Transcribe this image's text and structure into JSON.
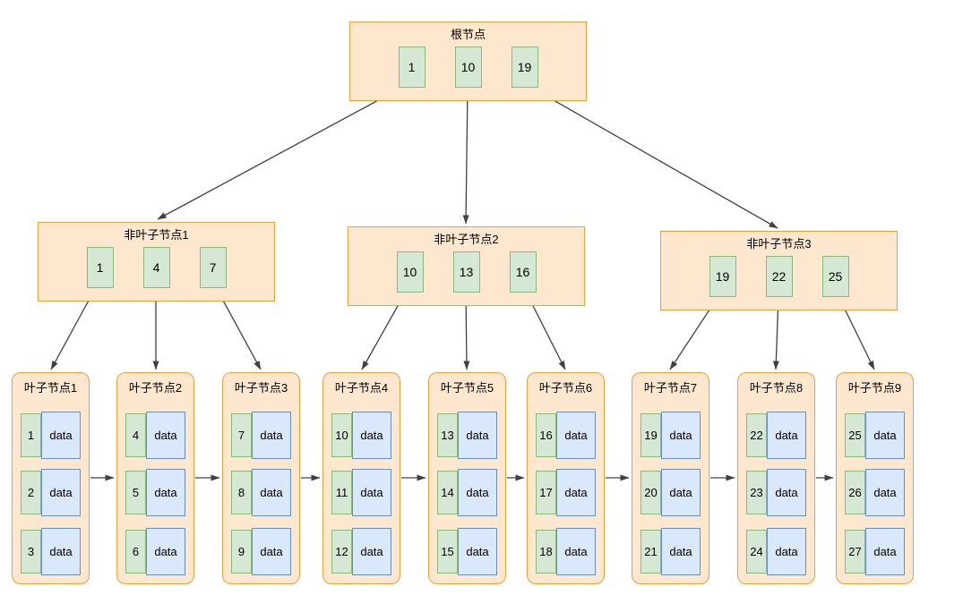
{
  "tree": {
    "type": "b-plus-tree",
    "root": {
      "title": "根节点",
      "keys": [
        "1",
        "10",
        "19"
      ]
    },
    "internal_nodes": [
      {
        "title": "非叶子节点1",
        "keys": [
          "1",
          "4",
          "7"
        ]
      },
      {
        "title": "非叶子节点2",
        "keys": [
          "10",
          "13",
          "16"
        ]
      },
      {
        "title": "非叶子节点3",
        "keys": [
          "19",
          "22",
          "25"
        ]
      }
    ],
    "leaf_nodes": [
      {
        "title": "叶子节点1",
        "rows": [
          {
            "key": "1",
            "value": "data"
          },
          {
            "key": "2",
            "value": "data"
          },
          {
            "key": "3",
            "value": "data"
          }
        ]
      },
      {
        "title": "叶子节点2",
        "rows": [
          {
            "key": "4",
            "value": "data"
          },
          {
            "key": "5",
            "value": "data"
          },
          {
            "key": "6",
            "value": "data"
          }
        ]
      },
      {
        "title": "叶子节点3",
        "rows": [
          {
            "key": "7",
            "value": "data"
          },
          {
            "key": "8",
            "value": "data"
          },
          {
            "key": "9",
            "value": "data"
          }
        ]
      },
      {
        "title": "叶子节点4",
        "rows": [
          {
            "key": "10",
            "value": "data"
          },
          {
            "key": "11",
            "value": "data"
          },
          {
            "key": "12",
            "value": "data"
          }
        ]
      },
      {
        "title": "叶子节点5",
        "rows": [
          {
            "key": "13",
            "value": "data"
          },
          {
            "key": "14",
            "value": "data"
          },
          {
            "key": "15",
            "value": "data"
          }
        ]
      },
      {
        "title": "叶子节点6",
        "rows": [
          {
            "key": "16",
            "value": "data"
          },
          {
            "key": "17",
            "value": "data"
          },
          {
            "key": "18",
            "value": "data"
          }
        ]
      },
      {
        "title": "叶子节点7",
        "rows": [
          {
            "key": "19",
            "value": "data"
          },
          {
            "key": "20",
            "value": "data"
          },
          {
            "key": "21",
            "value": "data"
          }
        ]
      },
      {
        "title": "叶子节点8",
        "rows": [
          {
            "key": "22",
            "value": "data"
          },
          {
            "key": "23",
            "value": "data"
          },
          {
            "key": "24",
            "value": "data"
          }
        ]
      },
      {
        "title": "叶子节点9",
        "rows": [
          {
            "key": "25",
            "value": "data"
          },
          {
            "key": "26",
            "value": "data"
          },
          {
            "key": "27",
            "value": "data"
          }
        ]
      }
    ]
  },
  "colors": {
    "container_fill": "#fde7ce",
    "container_border": "#e3a33d",
    "key_fill": "#d5e8d4",
    "key_border": "#8cb87e",
    "data_fill": "#dae8fc",
    "data_border": "#6c8ebf",
    "arrow": "#404040",
    "background": "#ffffff"
  }
}
